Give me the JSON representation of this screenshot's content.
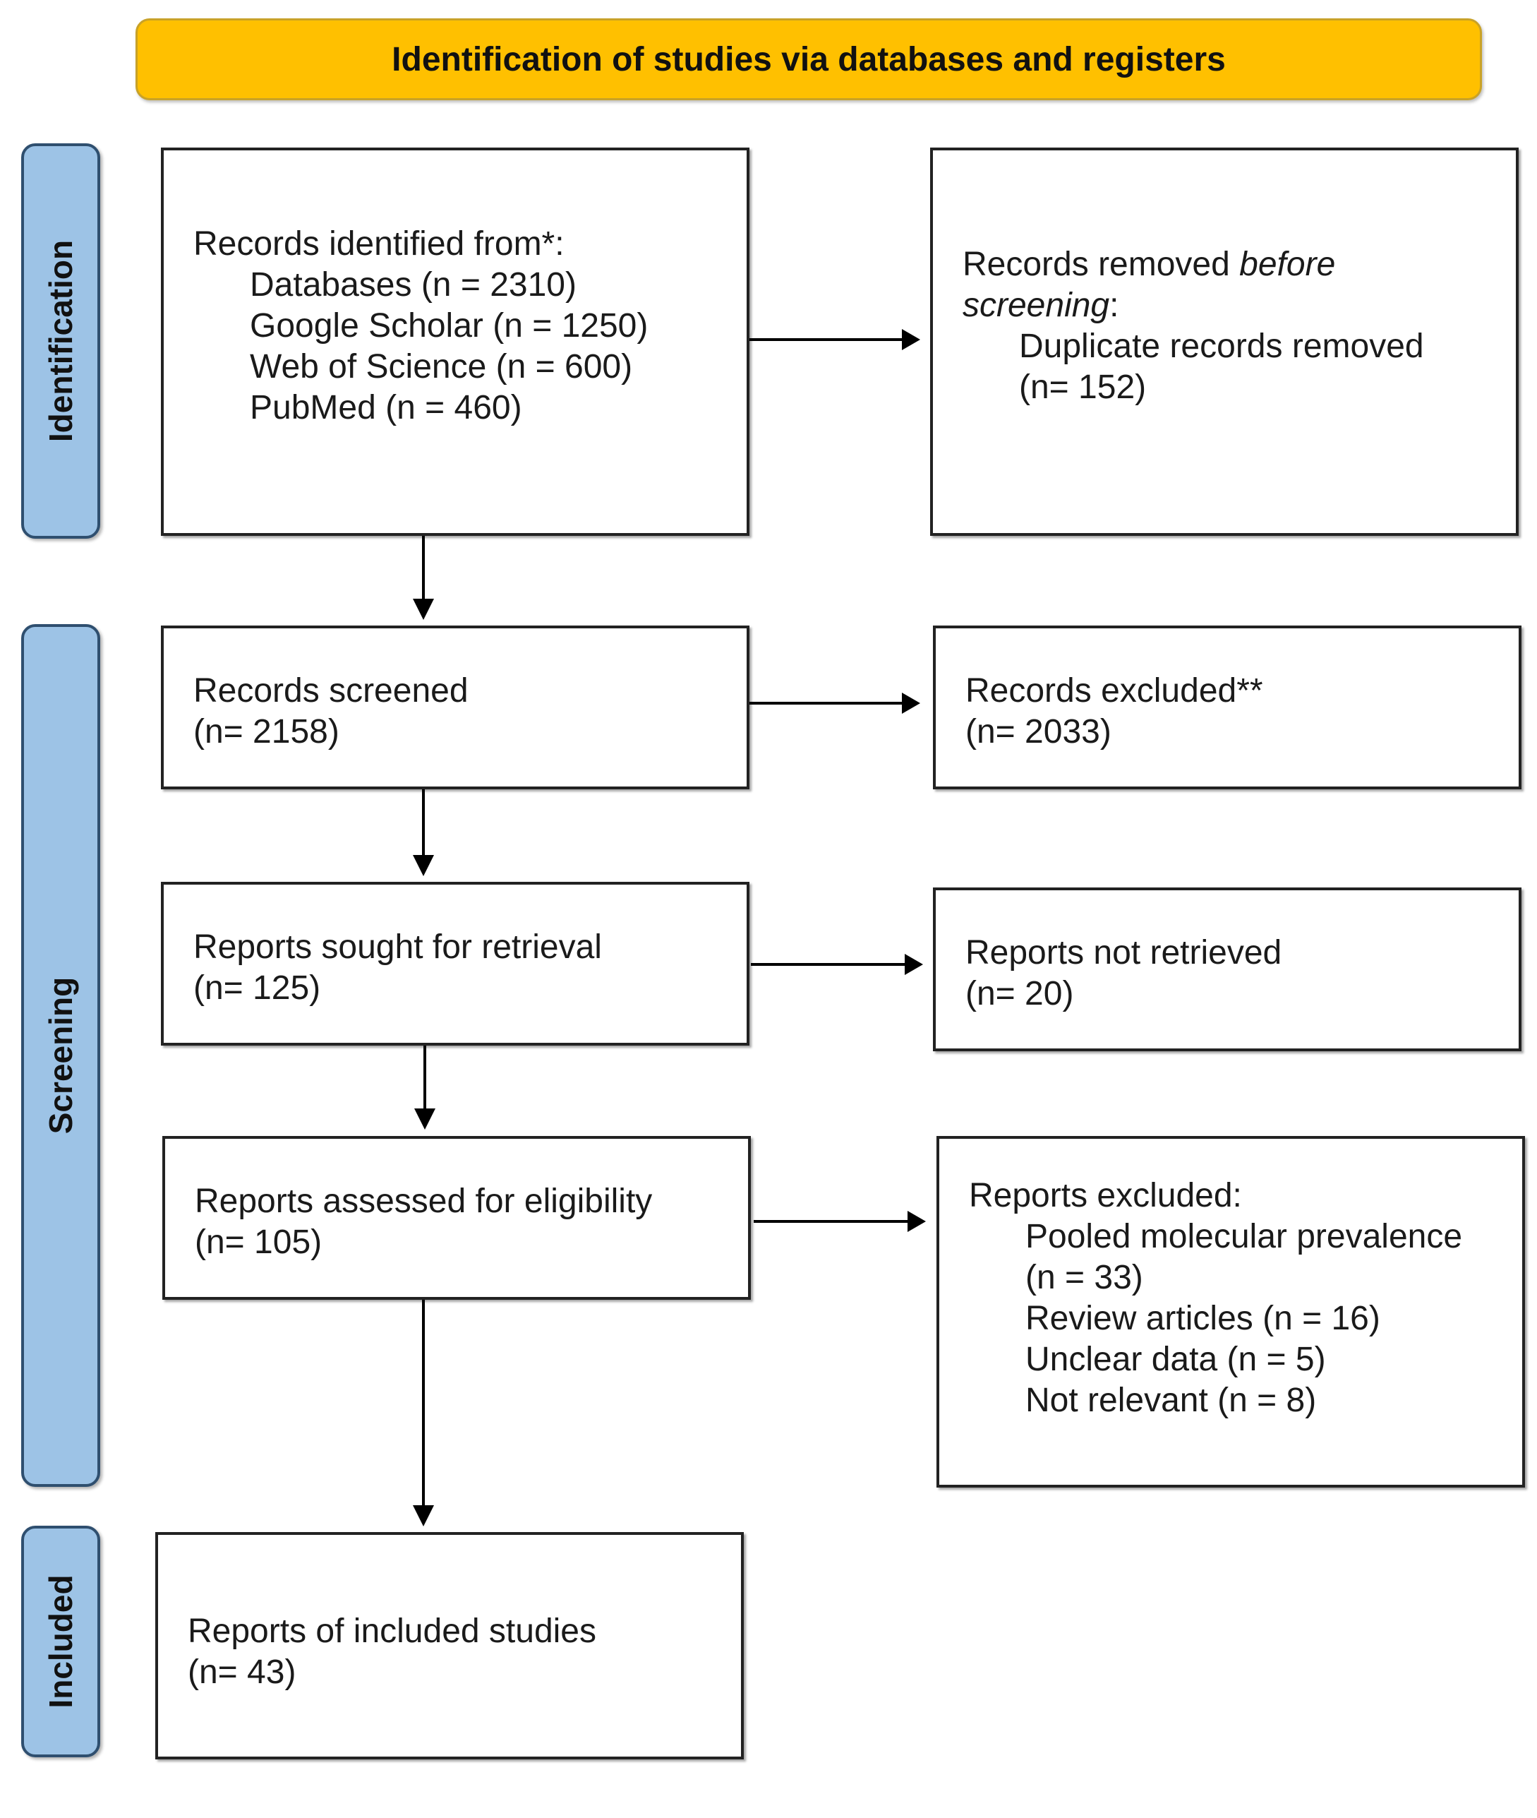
{
  "header": {
    "title": "Identification of studies via databases and registers"
  },
  "stages": {
    "identification": "Identification",
    "screening": "Screening",
    "included": "Included"
  },
  "boxes": {
    "records_identified": {
      "title": "Records identified from*:",
      "items": [
        "Databases (n = 2310)",
        "Google Scholar (n = 1250)",
        "Web of Science (n = 600)",
        "PubMed (n = 460)"
      ]
    },
    "records_removed": {
      "title_prefix": "Records removed ",
      "title_emph1": "before",
      "title_emph2": "screening",
      "title_suffix": ":",
      "item_label": "Duplicate records removed",
      "item_count": "(n= 152)"
    },
    "records_screened": {
      "label": "Records screened",
      "count": "(n= 2158)"
    },
    "records_excluded": {
      "label": "Records excluded**",
      "count": "(n= 2033)"
    },
    "reports_sought": {
      "label": "Reports sought for retrieval",
      "count": "(n= 125)"
    },
    "reports_not_retrieved": {
      "label": "Reports not retrieved",
      "count": "(n= 20)"
    },
    "reports_assessed": {
      "label": "Reports assessed for eligibility",
      "count": "(n= 105)"
    },
    "reports_excluded": {
      "title": "Reports excluded:",
      "items": [
        "Pooled molecular prevalence",
        "(n = 33)",
        "Review articles (n = 16)",
        "Unclear data (n = 5)",
        "Not relevant (n = 8)"
      ]
    },
    "included_studies": {
      "label": "Reports of included studies",
      "count": "(n= 43)"
    }
  }
}
